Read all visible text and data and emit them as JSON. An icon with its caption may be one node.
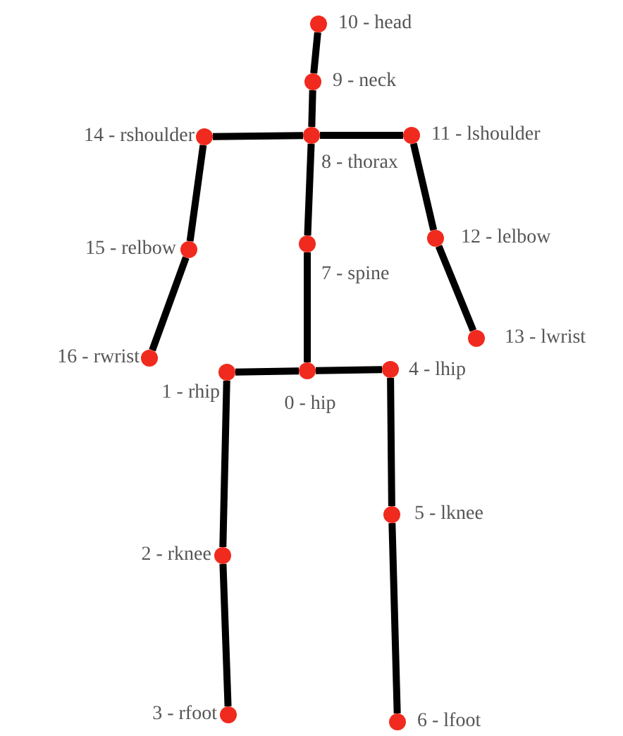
{
  "diagram": {
    "nodes": [
      {
        "text": [],
        "shape": "circle",
        "beside": [
          "10 - head"
        ]
      },
      {
        "text": [],
        "shape": "circle",
        "beside": [
          "9 - neck"
        ]
      },
      {
        "text": [],
        "shape": "circle",
        "beside": [
          "14 - rshoulder"
        ]
      },
      {
        "text": [],
        "shape": "circle",
        "beside": [
          "8 - thorax"
        ]
      },
      {
        "text": [],
        "shape": "circle",
        "beside": [
          "11 - lshoulder"
        ]
      },
      {
        "text": [],
        "shape": "circle",
        "beside": [
          "15 - relbow"
        ]
      },
      {
        "text": [],
        "shape": "circle",
        "beside": [
          "7 - spine"
        ]
      },
      {
        "text": [],
        "shape": "circle",
        "beside": [
          "12 - lelbow"
        ]
      },
      {
        "text": [],
        "shape": "circle",
        "beside": [
          "16 - rwrist"
        ]
      },
      {
        "text": [],
        "shape": "circle",
        "beside": [
          "13 - lwrist"
        ]
      },
      {
        "text": [],
        "shape": "circle",
        "beside": [
          "1 - rhip"
        ]
      },
      {
        "text": [],
        "shape": "circle",
        "beside": [
          "0 - hip"
        ]
      },
      {
        "text": [],
        "shape": "circle",
        "beside": [
          "4 - lhip"
        ]
      },
      {
        "text": [],
        "shape": "circle",
        "beside": [
          "5 - lknee"
        ]
      },
      {
        "text": [],
        "shape": "circle",
        "beside": [
          "2 - rknee"
        ]
      },
      {
        "text": [],
        "shape": "circle",
        "beside": [
          "3 - rfoot"
        ]
      },
      {
        "text": [],
        "shape": "circle",
        "beside": [
          "6 - lfoot"
        ]
      }
    ],
    "edges": [
      {
        "from": 0,
        "to": 1,
        "arrow": "none"
      },
      {
        "from": 1,
        "to": 3,
        "arrow": "none"
      },
      {
        "from": 2,
        "to": 3,
        "arrow": "none"
      },
      {
        "from": 3,
        "to": 4,
        "arrow": "none"
      },
      {
        "from": 2,
        "to": 5,
        "arrow": "none"
      },
      {
        "from": 5,
        "to": 8,
        "arrow": "none"
      },
      {
        "from": 3,
        "to": 6,
        "arrow": "none"
      },
      {
        "from": 6,
        "to": 11,
        "arrow": "none"
      },
      {
        "from": 4,
        "to": 7,
        "arrow": "none"
      },
      {
        "from": 7,
        "to": 9,
        "arrow": "none"
      },
      {
        "from": 10,
        "to": 11,
        "arrow": "none"
      },
      {
        "from": 11,
        "to": 12,
        "arrow": "none"
      },
      {
        "from": 10,
        "to": 14,
        "arrow": "none"
      },
      {
        "from": 14,
        "to": 15,
        "arrow": "none"
      },
      {
        "from": 12,
        "to": 13,
        "arrow": "none"
      },
      {
        "from": 13,
        "to": 16,
        "arrow": "none"
      }
    ]
  }
}
